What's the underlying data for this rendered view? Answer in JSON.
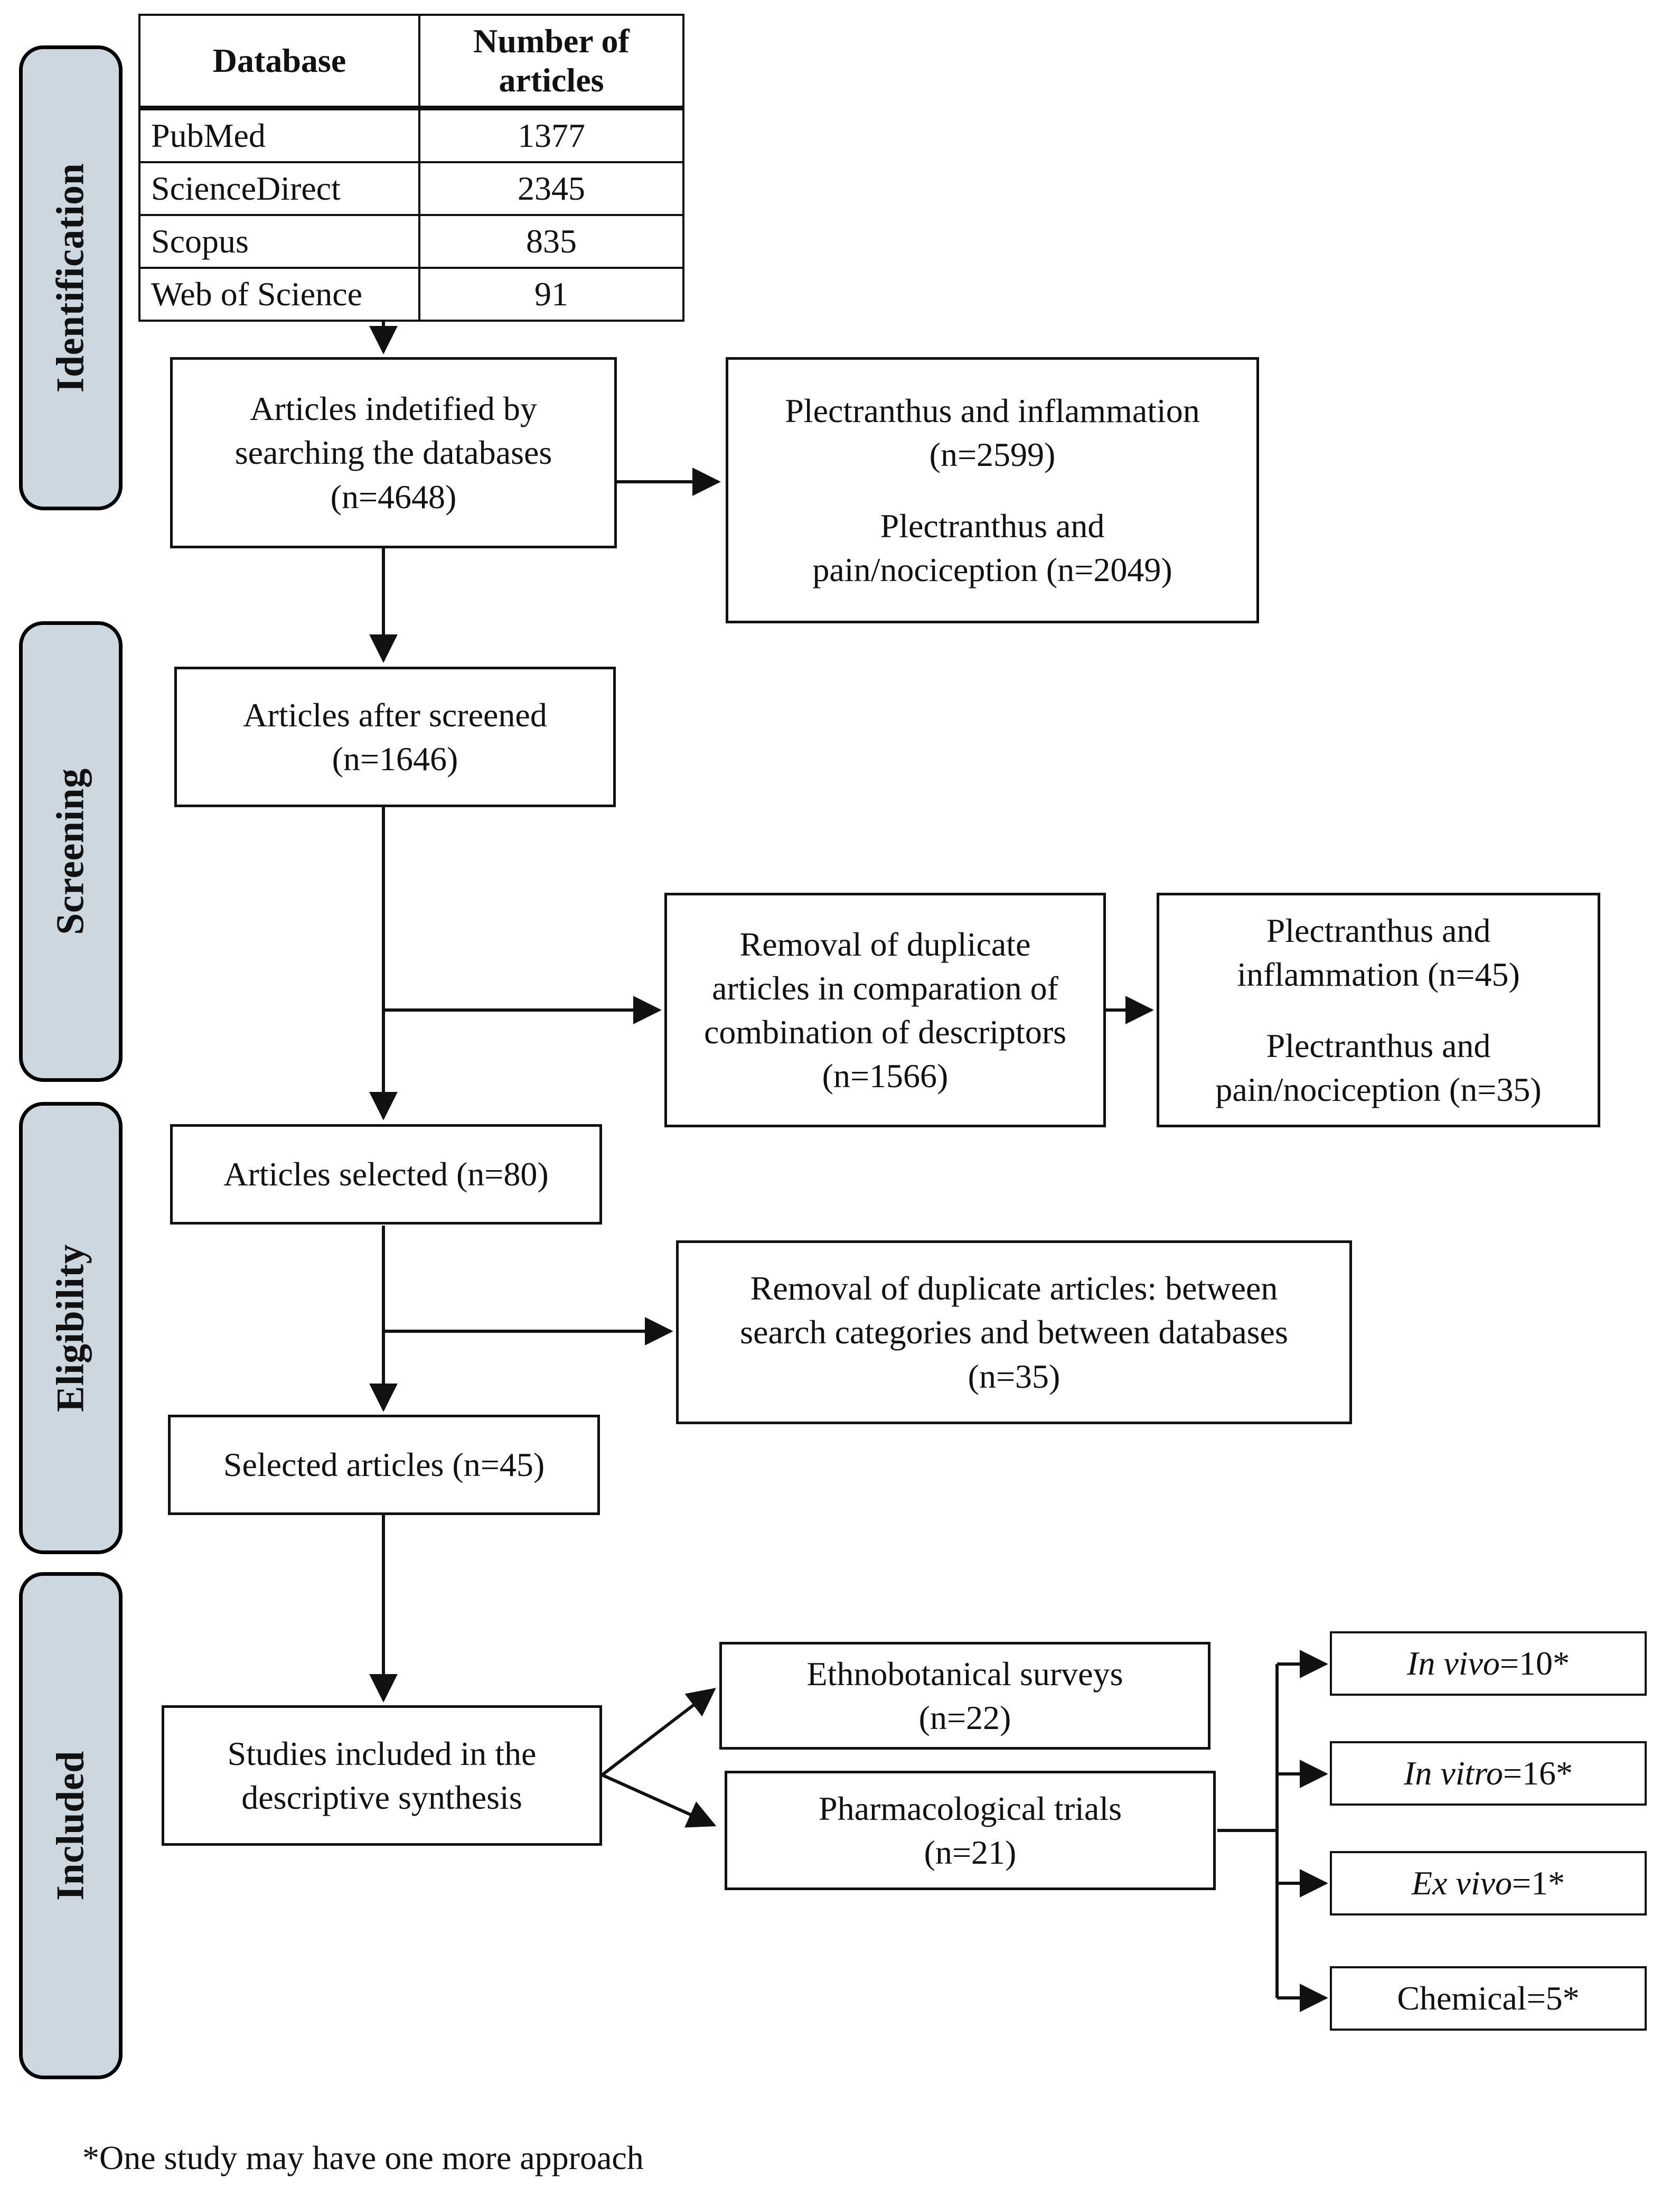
{
  "figure": {
    "type": "prisma-flow-diagram",
    "footnote": "*One study may have one more approach"
  },
  "phases": [
    {
      "id": "identification",
      "label": "Identification"
    },
    {
      "id": "screening",
      "label": "Screening"
    },
    {
      "id": "eligibility",
      "label": "Eligibility"
    },
    {
      "id": "included",
      "label": "Included"
    }
  ],
  "source_table": {
    "headers": [
      "Database",
      "Number of articles"
    ],
    "rows": [
      {
        "database": "PubMed",
        "count": "1377"
      },
      {
        "database": "ScienceDirect",
        "count": "2345"
      },
      {
        "database": "Scopus",
        "count": "835"
      },
      {
        "database": "Web of Science",
        "count": "91"
      }
    ]
  },
  "boxes": {
    "identified": {
      "line1": "Articles indetified by",
      "line2": "searching the databases",
      "line3": "(n=4648)"
    },
    "search_terms_initial": {
      "line1": "Plectranthus and inflammation",
      "line2": "(n=2599)",
      "line3": "Plectranthus and",
      "line4": "pain/nociception (n=2049)"
    },
    "after_screened": {
      "line1": "Articles after screened",
      "line2": "(n=1646)"
    },
    "duplicates_descriptors": {
      "line1": "Removal of duplicate",
      "line2": "articles in comparation of",
      "line3": "combination of descriptors",
      "line4": "(n=1566)"
    },
    "search_terms_after_dedup": {
      "line1": "Plectranthus and",
      "line2": "inflammation (n=45)",
      "line3": "Plectranthus and",
      "line4": "pain/nociception (n=35)"
    },
    "articles_selected": {
      "line1": "Articles selected (n=80)"
    },
    "duplicates_categories": {
      "line1": "Removal of duplicate articles: between",
      "line2": "search categories and between databases",
      "line3": "(n=35)"
    },
    "selected_articles": {
      "line1": "Selected articles (n=45)"
    },
    "studies_included": {
      "line1": "Studies included in the",
      "line2": "descriptive synthesis"
    },
    "ethnobotanical": {
      "line1": "Ethnobotanical surveys",
      "line2": "(n=22)"
    },
    "pharmacological": {
      "line1": "Pharmacological trials",
      "line2": "(n=21)"
    },
    "in_vivo": {
      "italic": "In vivo",
      "value": "=10*"
    },
    "in_vitro": {
      "italic": "In vitro",
      "value": "=16*"
    },
    "ex_vivo": {
      "italic": "Ex vivo",
      "value": "=1*"
    },
    "chemical": {
      "italic": "Chemical",
      "value": "=5*"
    }
  },
  "colors": {
    "phase_fill": "#ccd7df",
    "stroke": "#111111",
    "background": "#ffffff"
  }
}
